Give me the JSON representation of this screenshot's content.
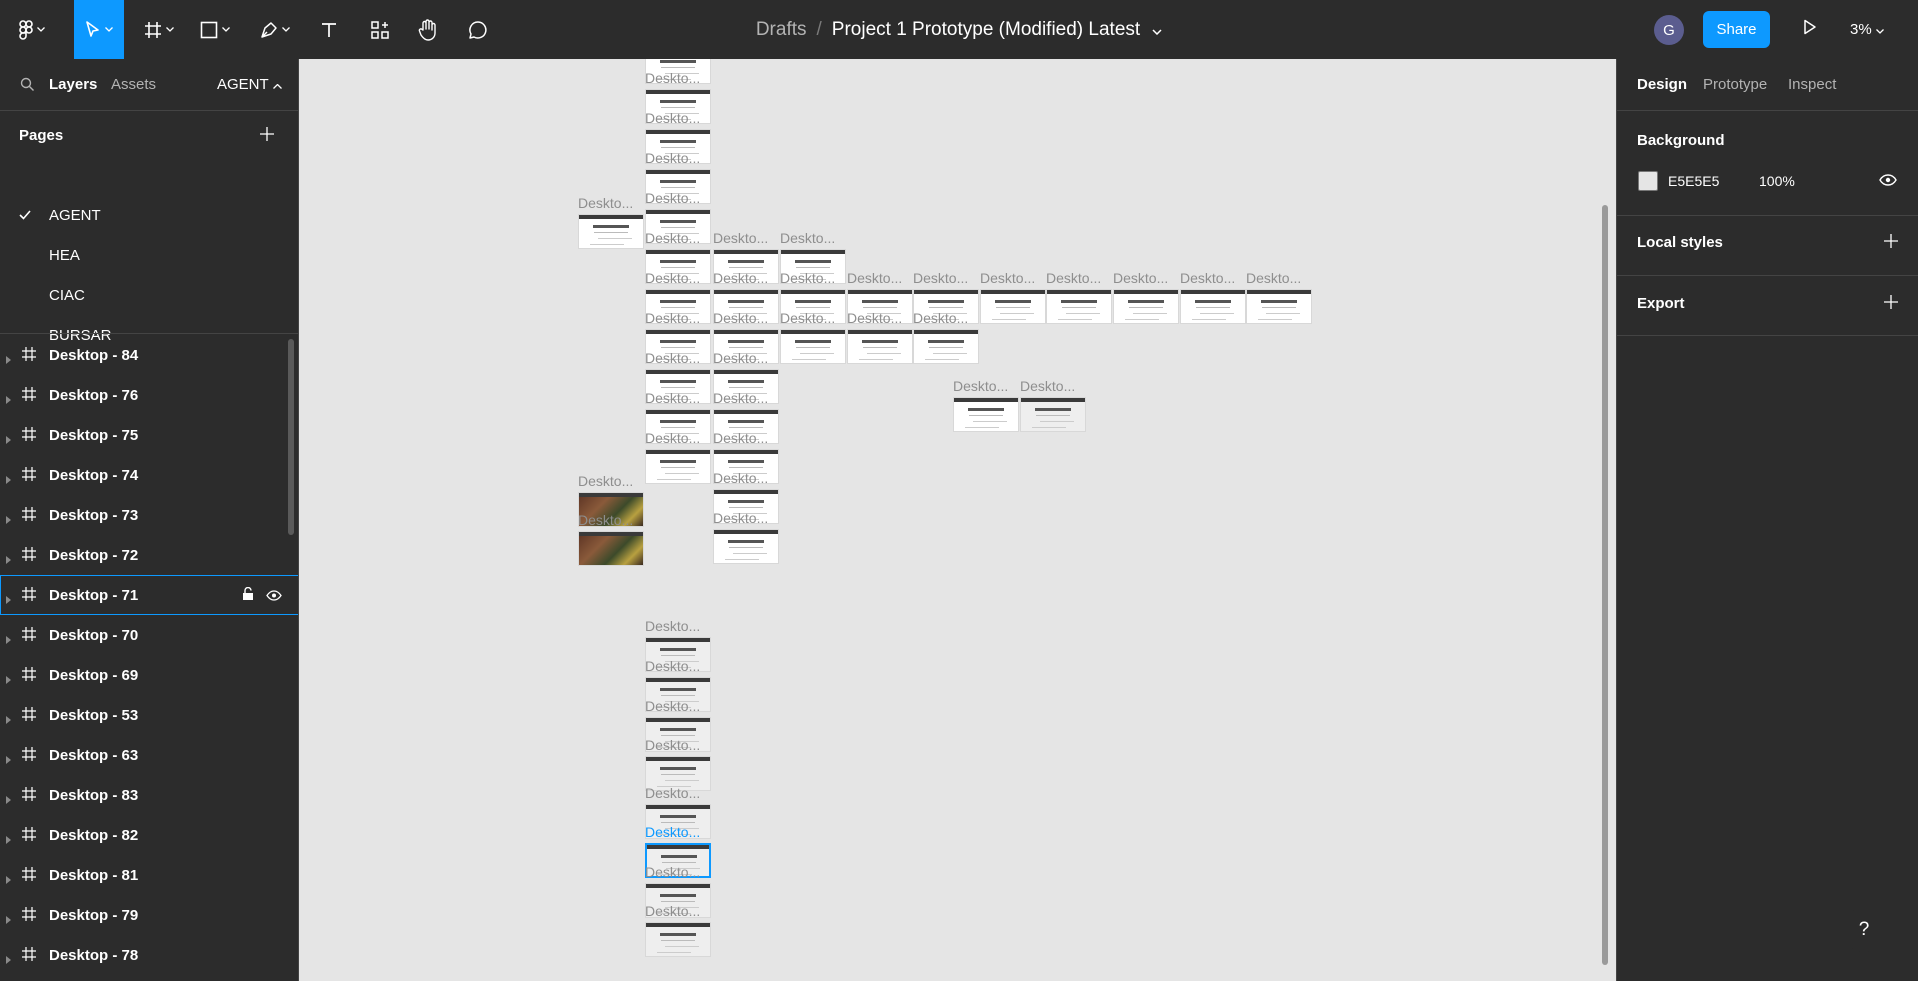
{
  "toolbar": {
    "tools": [
      {
        "name": "main-menu",
        "icon": "figma-logo-icon"
      },
      {
        "name": "move-tool",
        "icon": "cursor-icon",
        "active": true
      },
      {
        "name": "frame-tool",
        "icon": "frame-hash-icon"
      },
      {
        "name": "shape-tool",
        "icon": "rectangle-icon"
      },
      {
        "name": "pen-tool",
        "icon": "pen-icon"
      },
      {
        "name": "text-tool",
        "icon": "text-icon"
      },
      {
        "name": "resources-tool",
        "icon": "components-icon"
      },
      {
        "name": "hand-tool",
        "icon": "hand-icon"
      },
      {
        "name": "comment-tool",
        "icon": "comment-icon"
      }
    ],
    "breadcrumb": {
      "drafts": "Drafts",
      "separator": "/",
      "title": "Project 1 Prototype (Modified) Latest"
    },
    "avatar_initial": "G",
    "share_label": "Share",
    "zoom": "3%",
    "accent": "#0d99ff"
  },
  "left_panel": {
    "tabs": {
      "layers": "Layers",
      "assets": "Assets"
    },
    "current_page": "AGENT",
    "pages_heading": "Pages",
    "pages": [
      {
        "label": "AGENT",
        "checked": true
      },
      {
        "label": "HEA",
        "checked": false
      },
      {
        "label": "CIAC",
        "checked": false
      },
      {
        "label": "BURSAR",
        "checked": false
      }
    ],
    "layers": [
      "Desktop - 84",
      "Desktop - 76",
      "Desktop - 75",
      "Desktop - 74",
      "Desktop - 73",
      "Desktop - 72",
      "Desktop - 71",
      "Desktop - 70",
      "Desktop - 69",
      "Desktop - 53",
      "Desktop - 63",
      "Desktop - 83",
      "Desktop - 82",
      "Desktop - 81",
      "Desktop - 79",
      "Desktop - 78"
    ],
    "selected_layer": "Desktop - 71"
  },
  "canvas": {
    "background": "#E5E5E5",
    "frame_label": "Deskto..."
  },
  "right_panel": {
    "tabs": {
      "design": "Design",
      "prototype": "Prototype",
      "inspect": "Inspect"
    },
    "background_heading": "Background",
    "background_hex": "E5E5E5",
    "background_opacity": "100%",
    "local_styles": "Local styles",
    "export": "Export"
  },
  "help_label": "?"
}
